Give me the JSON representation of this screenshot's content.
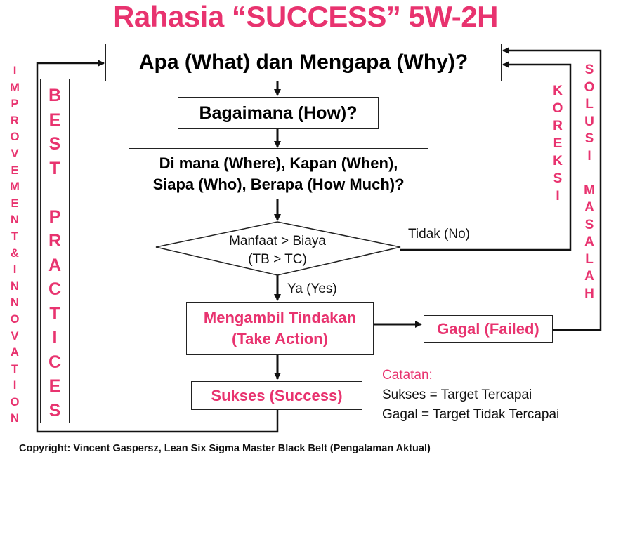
{
  "title": "Rahasia “SUCCESS” 5W-2H",
  "nodes": {
    "what_why": "Apa (What) dan Mengapa (Why)?",
    "how": "Bagaimana (How)?",
    "where_when_line1": "Di mana (Where), Kapan (When),",
    "where_when_line2": "Siapa (Who), Berapa (How Much)?",
    "decision_line1": "Manfaat > Biaya",
    "decision_line2": "(TB > TC)",
    "take_action_line1": "Mengambil Tindakan",
    "take_action_line2": "(Take Action)",
    "failed": "Gagal (Failed)",
    "success": "Sukses (Success)"
  },
  "edge_labels": {
    "no": "Tidak (No)",
    "yes": "Ya (Yes)"
  },
  "side_labels": {
    "improvement": "IMPROVEMENT&INNOVATION",
    "best_practices": "BEST PRACTICES",
    "koreksi": "KOREKSI",
    "solusi_masalah": "SOLUSI MASALAH"
  },
  "notes": {
    "heading": "Catatan:",
    "line1": "Sukses = Target Tercapai",
    "line2": "Gagal = Target Tidak Tercapai"
  },
  "copyright": "Copyright: Vincent Gaspersz, Lean Six Sigma Master Black Belt (Pengalaman Aktual)",
  "colors": {
    "accent": "#e8336f",
    "line": "#111111"
  }
}
